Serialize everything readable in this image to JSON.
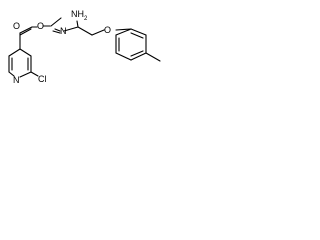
{
  "molecule": {
    "atoms": {
      "amine": "NH",
      "amine_h_count": "2",
      "oxime_n": "N",
      "oxime_o": "O",
      "carbonyl_o": "O",
      "ether_o": "O",
      "pyridine_n": "N",
      "chloro": "Cl"
    }
  }
}
